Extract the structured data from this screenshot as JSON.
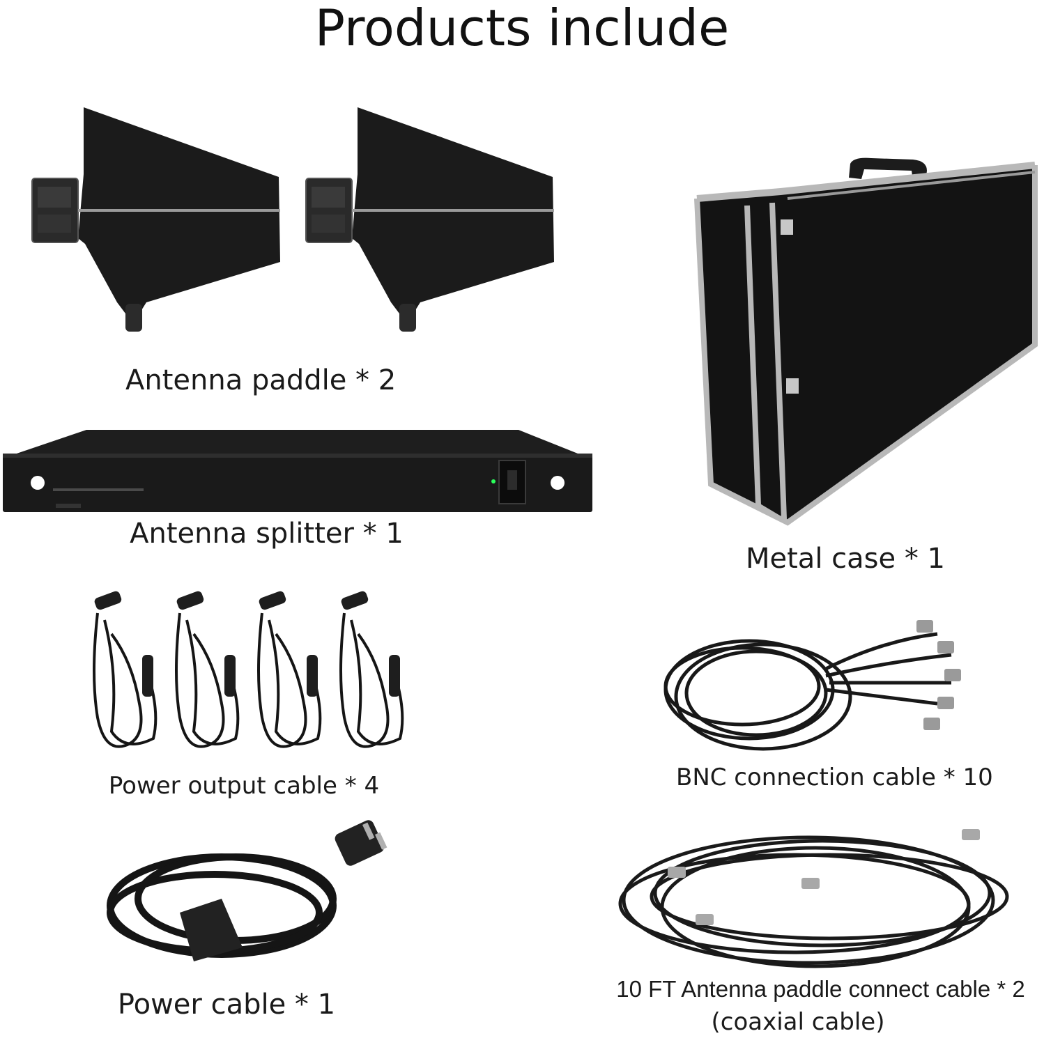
{
  "title": "Products include",
  "colors": {
    "background": "#ffffff",
    "text": "#1a1a1a",
    "product_black": "#141414",
    "trim_silver": "#b8b8b8"
  },
  "items": [
    {
      "label": "Antenna paddle * 2",
      "icon": "antenna-paddle-icon"
    },
    {
      "label": "Metal case * 1",
      "icon": "metal-case-icon"
    },
    {
      "label": "Antenna splitter * 1",
      "icon": "antenna-splitter-icon"
    },
    {
      "label": "Power output cable * 4",
      "icon": "power-output-cable-icon"
    },
    {
      "label": "BNC connection cable * 10",
      "icon": "bnc-cable-icon"
    },
    {
      "label": "Power cable * 1",
      "icon": "power-cable-icon"
    },
    {
      "label": "10 FT Antenna paddle connect cable * 2",
      "sublabel": "(coaxial cable)",
      "icon": "coaxial-cable-icon"
    }
  ]
}
